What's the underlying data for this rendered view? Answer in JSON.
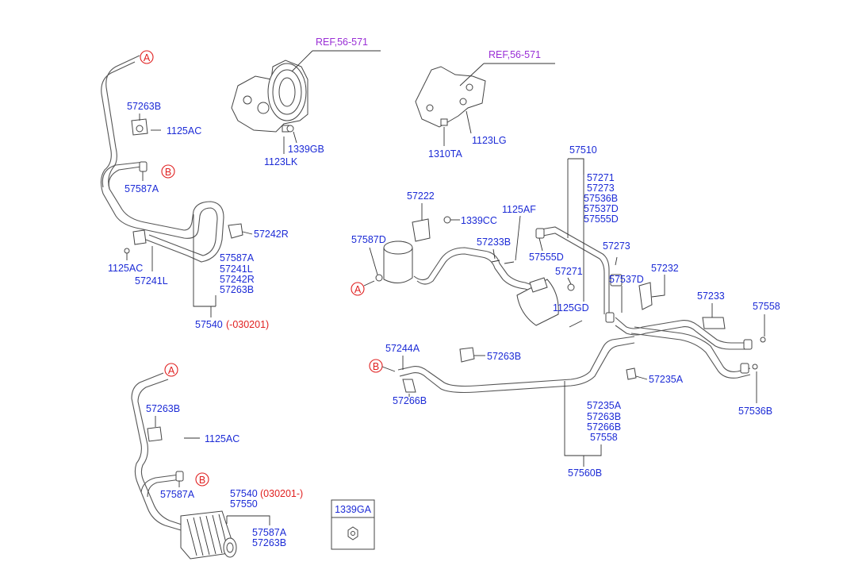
{
  "ref_labels": [
    "REF,56-571",
    "REF,56-571"
  ],
  "callouts": {
    "A": "A",
    "B": "B"
  },
  "labels": {
    "p57263B_a": "57263B",
    "p1125AC_a": "1125AC",
    "p57587A_a": "57587A",
    "p57242R_a": "57242R",
    "p1125AC_b": "1125AC",
    "p57241L_a": "57241L",
    "grp_57540_a": [
      "57587A",
      "57241L",
      "57242R",
      "57263B"
    ],
    "p57540_a": "57540",
    "p57540_a_note": "(-030201)",
    "p1339GB": "1339GB",
    "p1123LK": "1123LK",
    "p1123LG": "1123LG",
    "p1310TA": "1310TA",
    "p57510": "57510",
    "grp_57510": [
      "57271",
      "57273",
      "57536B",
      "57537D",
      "57555D"
    ],
    "p57222": "57222",
    "p1339CC": "1339CC",
    "p1125AF": "1125AF",
    "p57587D": "57587D",
    "p57233B": "57233B",
    "p57555D": "57555D",
    "p57273": "57273",
    "p57271": "57271",
    "p57232": "57232",
    "p57537D": "57537D",
    "p1125GD": "1125GD",
    "p57233": "57233",
    "p57558": "57558",
    "p57244A": "57244A",
    "p57263B_c": "57263B",
    "p57235A": "57235A",
    "p57266B": "57266B",
    "grp_57560B": [
      "57235A",
      "57263B",
      "57266B",
      "57558"
    ],
    "p57560B": "57560B",
    "p57536B": "57536B",
    "p57263B_b": "57263B",
    "p1125AC_c": "1125AC",
    "p57587A_b": "57587A",
    "p57540_b": "57540",
    "p57540_b_note": "(030201-)",
    "p57550": "57550",
    "grp_57550": [
      "57587A",
      "57263B"
    ],
    "box_1339GA": "1339GA"
  }
}
